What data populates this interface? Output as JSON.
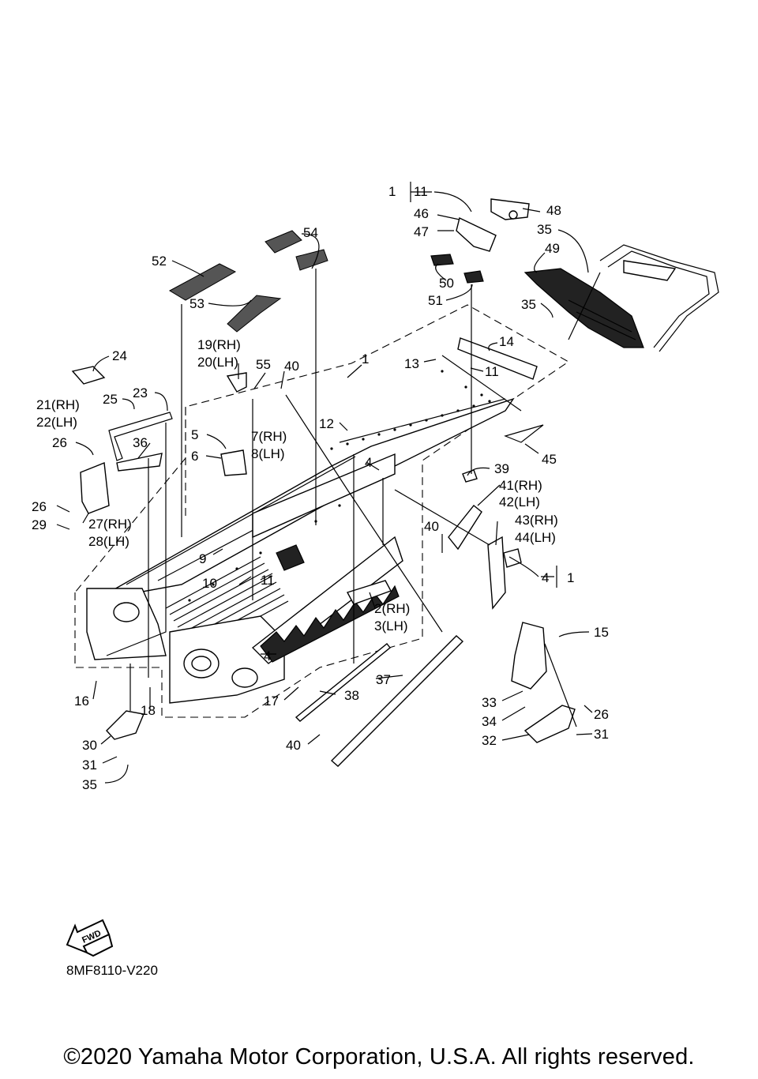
{
  "diagram_code": "8MF8110-V220",
  "copyright": "©2020 Yamaha Motor Corporation, U.S.A. All rights reserved.",
  "fwd_label": "FWD",
  "callouts": [
    {
      "id": "c1-11",
      "text": "1"
    },
    {
      "id": "c11-top",
      "text": "11"
    },
    {
      "id": "c48",
      "text": "48"
    },
    {
      "id": "c46",
      "text": "46"
    },
    {
      "id": "c47",
      "text": "47"
    },
    {
      "id": "c35-a",
      "text": "35"
    },
    {
      "id": "c49",
      "text": "49"
    },
    {
      "id": "c54",
      "text": "54"
    },
    {
      "id": "c52",
      "text": "52"
    },
    {
      "id": "c50",
      "text": "50"
    },
    {
      "id": "c51",
      "text": "51"
    },
    {
      "id": "c35-b",
      "text": "35"
    },
    {
      "id": "c53",
      "text": "53"
    },
    {
      "id": "c14",
      "text": "14"
    },
    {
      "id": "c24",
      "text": "24"
    },
    {
      "id": "c19",
      "text": "19(RH)"
    },
    {
      "id": "c20",
      "text": "20(LH)"
    },
    {
      "id": "c55",
      "text": "55"
    },
    {
      "id": "c40-a",
      "text": "40"
    },
    {
      "id": "c1-a",
      "text": "1"
    },
    {
      "id": "c13",
      "text": "13"
    },
    {
      "id": "c11-a",
      "text": "11"
    },
    {
      "id": "c21",
      "text": "21(RH)"
    },
    {
      "id": "c25",
      "text": "25"
    },
    {
      "id": "c23",
      "text": "23"
    },
    {
      "id": "c22",
      "text": "22(LH)"
    },
    {
      "id": "c12",
      "text": "12"
    },
    {
      "id": "c5",
      "text": "5"
    },
    {
      "id": "c7",
      "text": "7(RH)"
    },
    {
      "id": "c26-a",
      "text": "26"
    },
    {
      "id": "c36",
      "text": "36"
    },
    {
      "id": "c6",
      "text": "6"
    },
    {
      "id": "c8",
      "text": "8(LH)"
    },
    {
      "id": "c45",
      "text": "45"
    },
    {
      "id": "c4-a",
      "text": "4"
    },
    {
      "id": "c39",
      "text": "39"
    },
    {
      "id": "c41",
      "text": "41(RH)"
    },
    {
      "id": "c42",
      "text": "42(LH)"
    },
    {
      "id": "c26-b",
      "text": "26"
    },
    {
      "id": "c29",
      "text": "29"
    },
    {
      "id": "c27",
      "text": "27(RH)"
    },
    {
      "id": "c28",
      "text": "28(LH)"
    },
    {
      "id": "c43",
      "text": "43(RH)"
    },
    {
      "id": "c40-b",
      "text": "40"
    },
    {
      "id": "c44",
      "text": "44(LH)"
    },
    {
      "id": "c9",
      "text": "9"
    },
    {
      "id": "c4-b",
      "text": "4"
    },
    {
      "id": "c1-b",
      "text": "1"
    },
    {
      "id": "c10",
      "text": "10"
    },
    {
      "id": "c11-b",
      "text": "11"
    },
    {
      "id": "c2",
      "text": "2(RH)"
    },
    {
      "id": "c3",
      "text": "3(LH)"
    },
    {
      "id": "c15",
      "text": "15"
    },
    {
      "id": "c4-c",
      "text": "4"
    },
    {
      "id": "c16",
      "text": "16"
    },
    {
      "id": "c37",
      "text": "37"
    },
    {
      "id": "c17",
      "text": "17"
    },
    {
      "id": "c38",
      "text": "38"
    },
    {
      "id": "c18",
      "text": "18"
    },
    {
      "id": "c33",
      "text": "33"
    },
    {
      "id": "c34",
      "text": "34"
    },
    {
      "id": "c26-c",
      "text": "26"
    },
    {
      "id": "c30",
      "text": "30"
    },
    {
      "id": "c32",
      "text": "32"
    },
    {
      "id": "c31-a",
      "text": "31"
    },
    {
      "id": "c40-c",
      "text": "40"
    },
    {
      "id": "c31-b",
      "text": "31"
    },
    {
      "id": "c35-c",
      "text": "35"
    }
  ]
}
